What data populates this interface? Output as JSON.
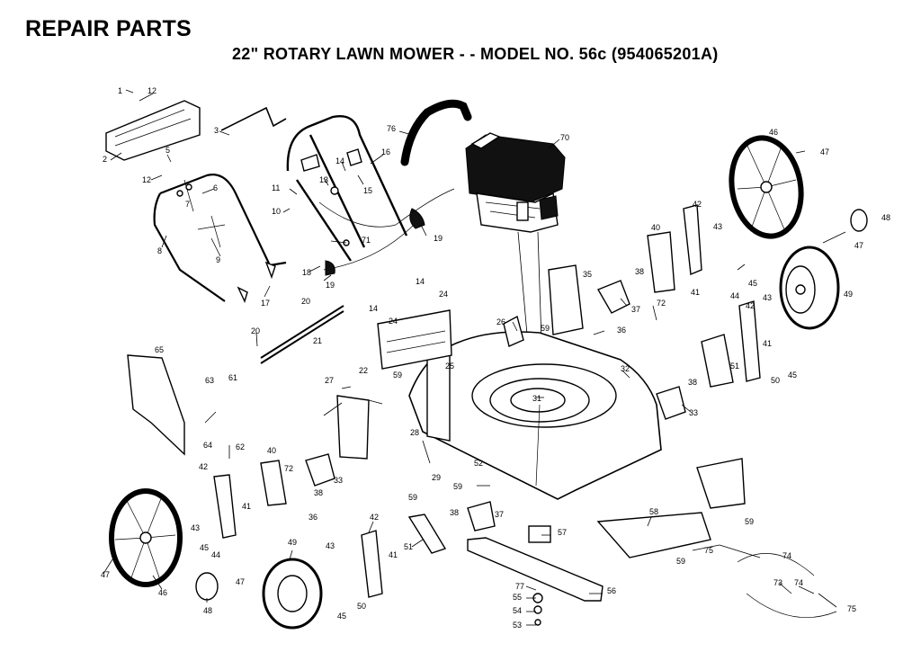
{
  "heading": "REPAIR PARTS",
  "subheading": "22\" ROTARY LAWN MOWER - - MODEL NO. 56c (954065201A)",
  "callouts": [
    "1",
    "12",
    "2",
    "5",
    "12",
    "6",
    "7",
    "8",
    "9",
    "17",
    "3",
    "11",
    "10",
    "13",
    "14",
    "15",
    "16",
    "71",
    "18",
    "19",
    "19",
    "20",
    "76",
    "70",
    "46",
    "47",
    "42",
    "43",
    "40",
    "38",
    "72",
    "41",
    "44",
    "45",
    "48",
    "47",
    "49",
    "43",
    "42",
    "41",
    "51",
    "50",
    "45",
    "35",
    "37",
    "26",
    "59",
    "36",
    "14",
    "24",
    "14",
    "24",
    "20",
    "21",
    "22",
    "59",
    "25",
    "27",
    "31",
    "32",
    "38",
    "33",
    "65",
    "63",
    "61",
    "64",
    "62",
    "28",
    "29",
    "52",
    "59",
    "59",
    "40",
    "72",
    "38",
    "33",
    "42",
    "41",
    "43",
    "45",
    "44",
    "47",
    "46",
    "48",
    "47",
    "49",
    "43",
    "41",
    "42",
    "45",
    "50",
    "51",
    "36",
    "38",
    "37",
    "57",
    "58",
    "59",
    "59",
    "75",
    "74",
    "73",
    "74",
    "75",
    "56",
    "77",
    "55",
    "54",
    "53"
  ]
}
